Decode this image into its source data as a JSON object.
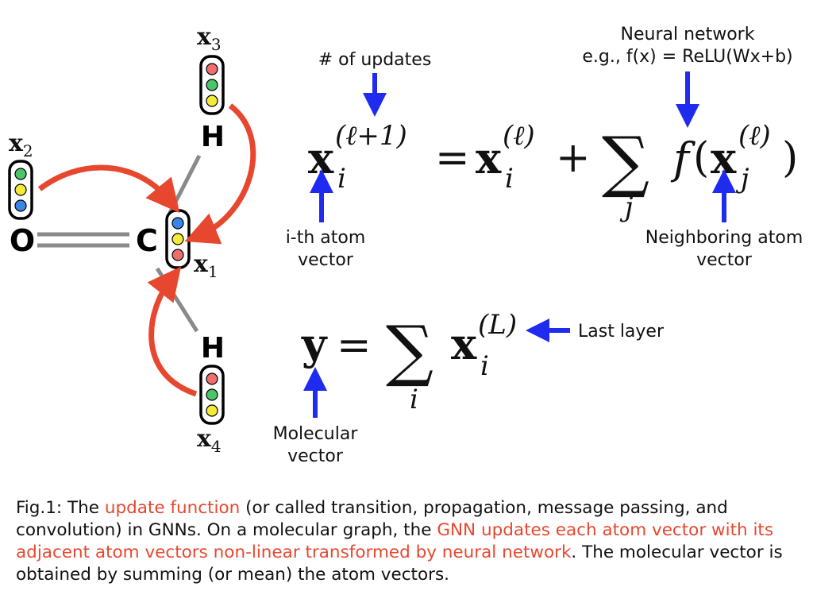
{
  "colors": {
    "arrow_red": "#e8472f",
    "arrow_blue": "#1f2cf0",
    "bond_gray": "#8a8a8a",
    "dot_red": "#ef6f6f",
    "dot_green": "#4cc46a",
    "dot_yellow": "#f4ea3a",
    "dot_blue": "#3a86e8",
    "caption_highlight": "#e8472f"
  },
  "molecule": {
    "atoms": {
      "o": "O",
      "c": "C",
      "h_top": "H",
      "h_bottom": "H"
    },
    "vectors": {
      "x1": {
        "base": "x",
        "sub": "1",
        "dots": [
          "blue",
          "yellow",
          "red"
        ]
      },
      "x2": {
        "base": "x",
        "sub": "2",
        "dots": [
          "green",
          "yellow",
          "blue"
        ]
      },
      "x3": {
        "base": "x",
        "sub": "3",
        "dots": [
          "red",
          "green",
          "yellow"
        ]
      },
      "x4": {
        "base": "x",
        "sub": "4",
        "dots": [
          "red",
          "green",
          "yellow"
        ]
      }
    }
  },
  "equation1": {
    "lhs_base": "x",
    "lhs_sub": "i",
    "lhs_sup": "(ℓ+1)",
    "equals": "=",
    "term_base": "x",
    "term_sub": "i",
    "term_sup": "(ℓ)",
    "plus": "+",
    "sum_symbol": "∑",
    "sum_index": "j",
    "func": "f",
    "open_paren": "(",
    "arg_base": "x",
    "arg_sub": "j",
    "arg_sup": "(ℓ)",
    "close_paren": ")"
  },
  "equation2": {
    "lhs": "y",
    "equals": "=",
    "sum_symbol": "∑",
    "sum_index": "i",
    "term_base": "x",
    "term_sub": "i",
    "term_sup": "(L)"
  },
  "annotations": {
    "updates": "# of updates",
    "nn_line1": "Neural network",
    "nn_line2": "e.g., f(x) = ReLU(Wx+b)",
    "ith_line1": "i-th atom",
    "ith_line2": "vector",
    "neighbor_line1": "Neighboring atom",
    "neighbor_line2": "vector",
    "last_layer": "Last layer",
    "molecular_line1": "Molecular",
    "molecular_line2": "vector"
  },
  "caption": {
    "part1": "Fig.1: The ",
    "highlight1": "update function",
    "part2": " (or called transition, propagation, message passing, and convolution) in GNNs. On a molecular graph, the ",
    "highlight2": "GNN updates each atom vector with its adjacent atom vectors non-linear transformed by neural network",
    "part3": ". The molecular vector is obtained by summing (or mean) the atom vectors."
  }
}
